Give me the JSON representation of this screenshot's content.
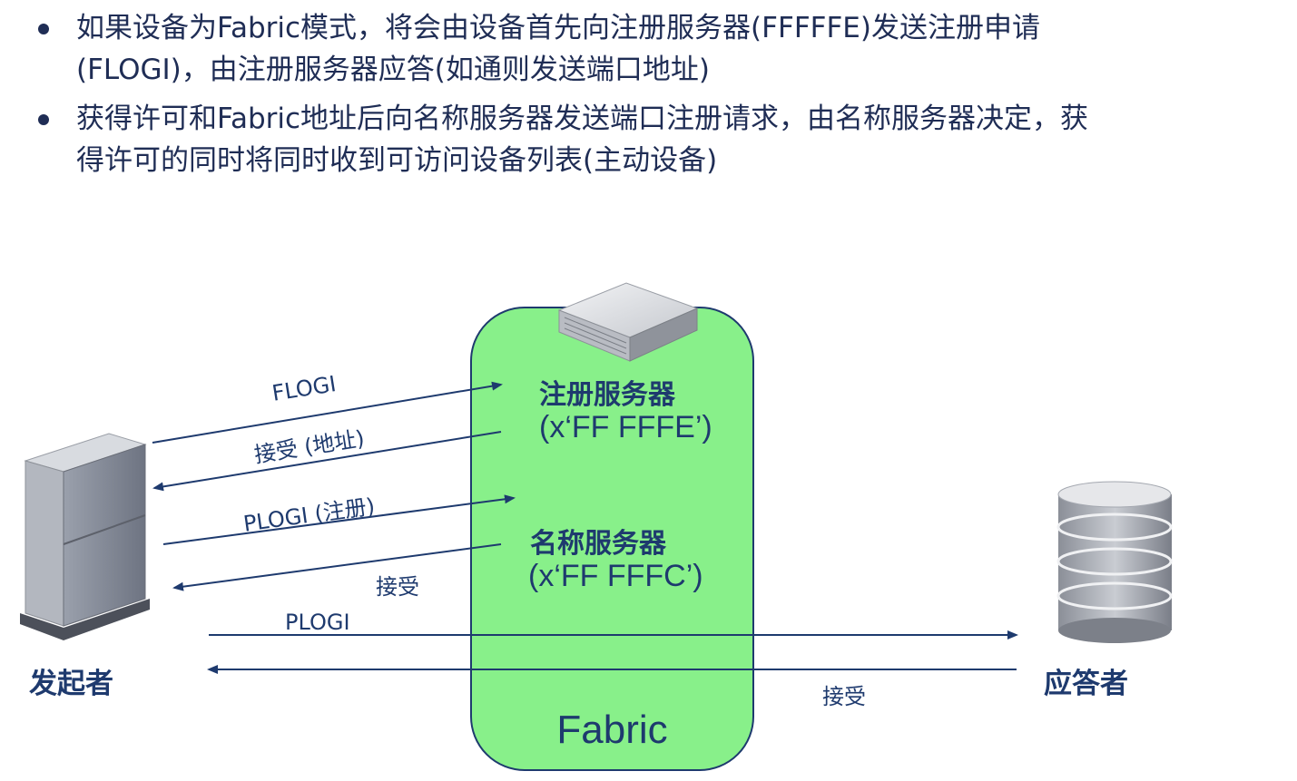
{
  "bullets": [
    {
      "line1": "如果设备为Fabric模式，将会由设备首先向注册服务器(FFFFFE)发送注册申请",
      "line2": "(FLOGI)，由注册服务器应答(如通则发送端口地址)"
    },
    {
      "line1": "获得许可和Fabric地址后向名称服务器发送端口注册请求，由名称服务器决定，获",
      "line2": "得许可的同时将同时收到可访问设备列表(主动设备)"
    }
  ],
  "fabric": {
    "label": "Fabric",
    "color": "#88f08a"
  },
  "registration_server": {
    "title": "注册服务器",
    "address": "(x‘FF FFFE’)"
  },
  "name_server": {
    "title": "名称服务器",
    "address": "(x‘FF FFFC’)"
  },
  "arrows": {
    "flogi": "FLOGI",
    "accept_address": "接受 (地址)",
    "plogi_register": "PLOGI (注册)",
    "accept_ns": "接受",
    "plogi": "PLOGI",
    "accept_target": "接受"
  },
  "roles": {
    "initiator": "发起者",
    "responder": "应答者"
  },
  "colors": {
    "line": "#1e3a6e",
    "text": "#1f2d55"
  }
}
